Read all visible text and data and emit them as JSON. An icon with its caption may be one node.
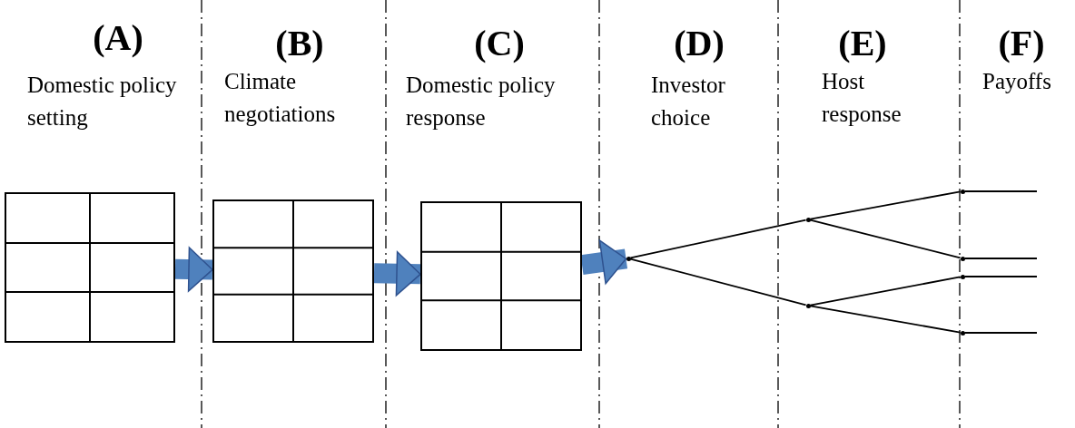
{
  "diagram": {
    "nodes": [
      {
        "text": [],
        "shape": "grid"
      },
      {
        "text": [],
        "shape": "grid"
      },
      {
        "text": [],
        "shape": "grid"
      },
      {
        "text": [],
        "shape": "point"
      },
      {
        "text": [],
        "shape": "point"
      },
      {
        "text": [],
        "shape": "point"
      },
      {
        "text": [],
        "shape": "point"
      },
      {
        "text": [],
        "shape": "point"
      },
      {
        "text": [],
        "shape": "point"
      },
      {
        "text": [],
        "shape": "point"
      }
    ],
    "edges": [
      {
        "from": 0,
        "to": 1,
        "arrow": "to",
        "style": "thick",
        "color": "#4f81bd"
      },
      {
        "from": 1,
        "to": 2,
        "arrow": "to",
        "style": "thick",
        "color": "#4f81bd"
      },
      {
        "from": 2,
        "to": 3,
        "arrow": "to",
        "style": "thick",
        "color": "#4f81bd"
      },
      {
        "from": 3,
        "to": 4,
        "arrow": "none"
      },
      {
        "from": 3,
        "to": 5,
        "arrow": "none"
      },
      {
        "from": 4,
        "to": 6,
        "arrow": "none"
      },
      {
        "from": 4,
        "to": 7,
        "arrow": "none"
      },
      {
        "from": 5,
        "to": 8,
        "arrow": "none"
      },
      {
        "from": 5,
        "to": 9,
        "arrow": "none"
      },
      {
        "from": 6,
        "to": null,
        "arrow": "none"
      },
      {
        "from": 7,
        "to": null,
        "arrow": "none"
      },
      {
        "from": 8,
        "to": null,
        "arrow": "none"
      },
      {
        "from": 9,
        "to": null,
        "arrow": "none"
      }
    ],
    "labels": [
      "(A)",
      "(B)",
      "(C)",
      "(D)",
      "(E)",
      "(F)",
      "Domestic policy setting",
      "Climate negotiations",
      "Domestic policy response",
      "Investor choice",
      "Host response",
      "Payoffs"
    ]
  }
}
